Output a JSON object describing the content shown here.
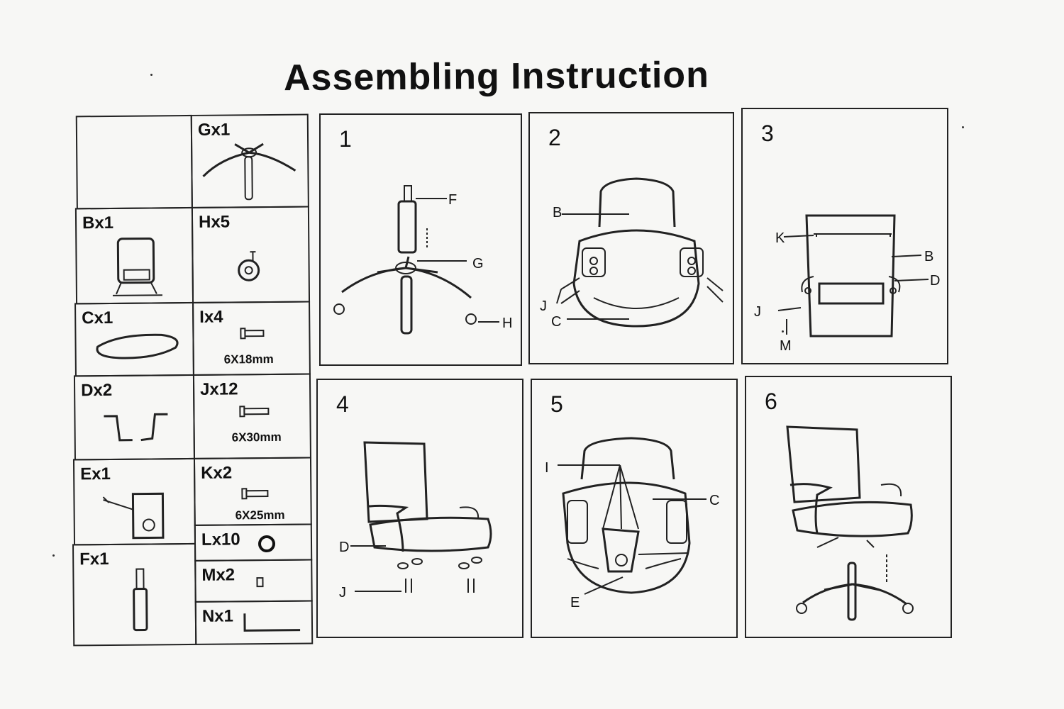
{
  "title": "Assembling Instruction",
  "parts": {
    "G": {
      "label": "Gx1"
    },
    "B": {
      "label": "Bx1"
    },
    "H": {
      "label": "Hx5"
    },
    "C": {
      "label": "Cx1"
    },
    "I": {
      "label": "Ix4",
      "size": "6X18mm"
    },
    "D": {
      "label": "Dx2"
    },
    "J": {
      "label": "Jx12",
      "size": "6X30mm"
    },
    "E": {
      "label": "Ex1"
    },
    "K": {
      "label": "Kx2",
      "size": "6X25mm"
    },
    "L": {
      "label": "Lx10"
    },
    "F": {
      "label": "Fx1"
    },
    "M": {
      "label": "Mx2"
    },
    "N": {
      "label": "Nx1"
    }
  },
  "steps": [
    {
      "number": "1",
      "labels": [
        "F",
        "G",
        "H"
      ]
    },
    {
      "number": "2",
      "labels": [
        "B",
        "J",
        "C"
      ]
    },
    {
      "number": "3",
      "labels": [
        "K",
        "B",
        "D",
        "J",
        "M"
      ]
    },
    {
      "number": "4",
      "labels": [
        "D",
        "J"
      ]
    },
    {
      "number": "5",
      "labels": [
        "I",
        "C",
        "E"
      ]
    },
    {
      "number": "6",
      "labels": []
    }
  ]
}
